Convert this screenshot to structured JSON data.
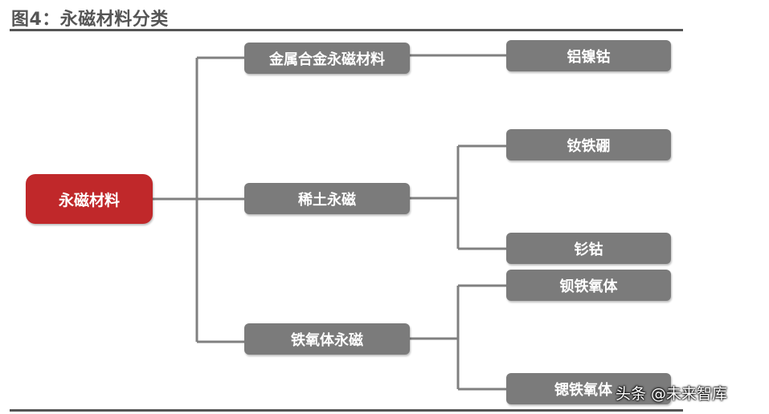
{
  "figure": {
    "title": "图4：永磁材料分类"
  },
  "colors": {
    "root": "#c0282a",
    "node": "#7b7b7b",
    "connector": "#808080",
    "rule": "#555555"
  },
  "nodes": {
    "root": "永磁材料",
    "metal_alloy": "金属合金永磁材料",
    "rare_earth": "稀土永磁",
    "ferrite": "铁氧体永磁",
    "alnico": "铝镍钴",
    "ndfeb": "钕铁硼",
    "smco": "钐钴",
    "barium_ferrite": "钡铁氧体",
    "strontium_ferrite": "锶铁氧体"
  },
  "watermark": "头条 @未来智库"
}
